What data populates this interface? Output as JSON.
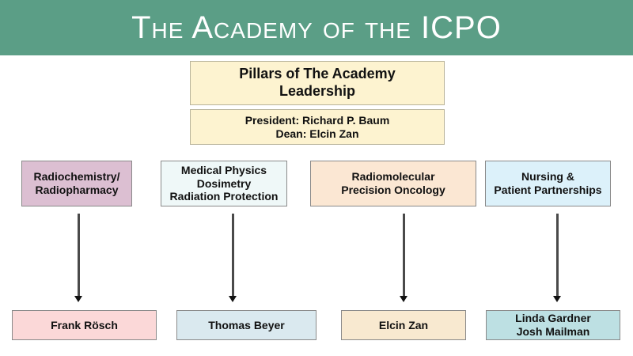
{
  "title": "The Academy of the ICPO",
  "pillars_box": {
    "lines": [
      "Pillars of The Academy",
      "Leadership"
    ]
  },
  "leadership_box": {
    "lines": [
      "President: Richard P. Baum",
      "Dean: Elcin Zan"
    ]
  },
  "pillars": [
    {
      "lines": [
        "Radiochemistry/",
        "Radiopharmacy"
      ],
      "color": "#dcbfd2"
    },
    {
      "lines": [
        "Medical Physics",
        "Dosimetry",
        "Radiation Protection"
      ],
      "color": "#eff8f8"
    },
    {
      "lines": [
        "Radiomolecular",
        "Precision Oncology"
      ],
      "color": "#fbe7d3"
    },
    {
      "lines": [
        "Nursing &",
        "Patient Partnerships"
      ],
      "color": "#dcf1fa"
    }
  ],
  "leads": [
    {
      "lines": [
        "Frank Rösch"
      ],
      "color": "#fbd8d8"
    },
    {
      "lines": [
        "Thomas Beyer"
      ],
      "color": "#dae9ef"
    },
    {
      "lines": [
        "Elcin Zan"
      ],
      "color": "#f8e9d0"
    },
    {
      "lines": [
        "Linda Gardner",
        "Josh Mailman"
      ],
      "color": "#bde0e3"
    }
  ],
  "colors": {
    "title_bar": "#5b9e86",
    "leadership_fill": "#fdf3d0",
    "arrow": "#4a4a4a"
  }
}
